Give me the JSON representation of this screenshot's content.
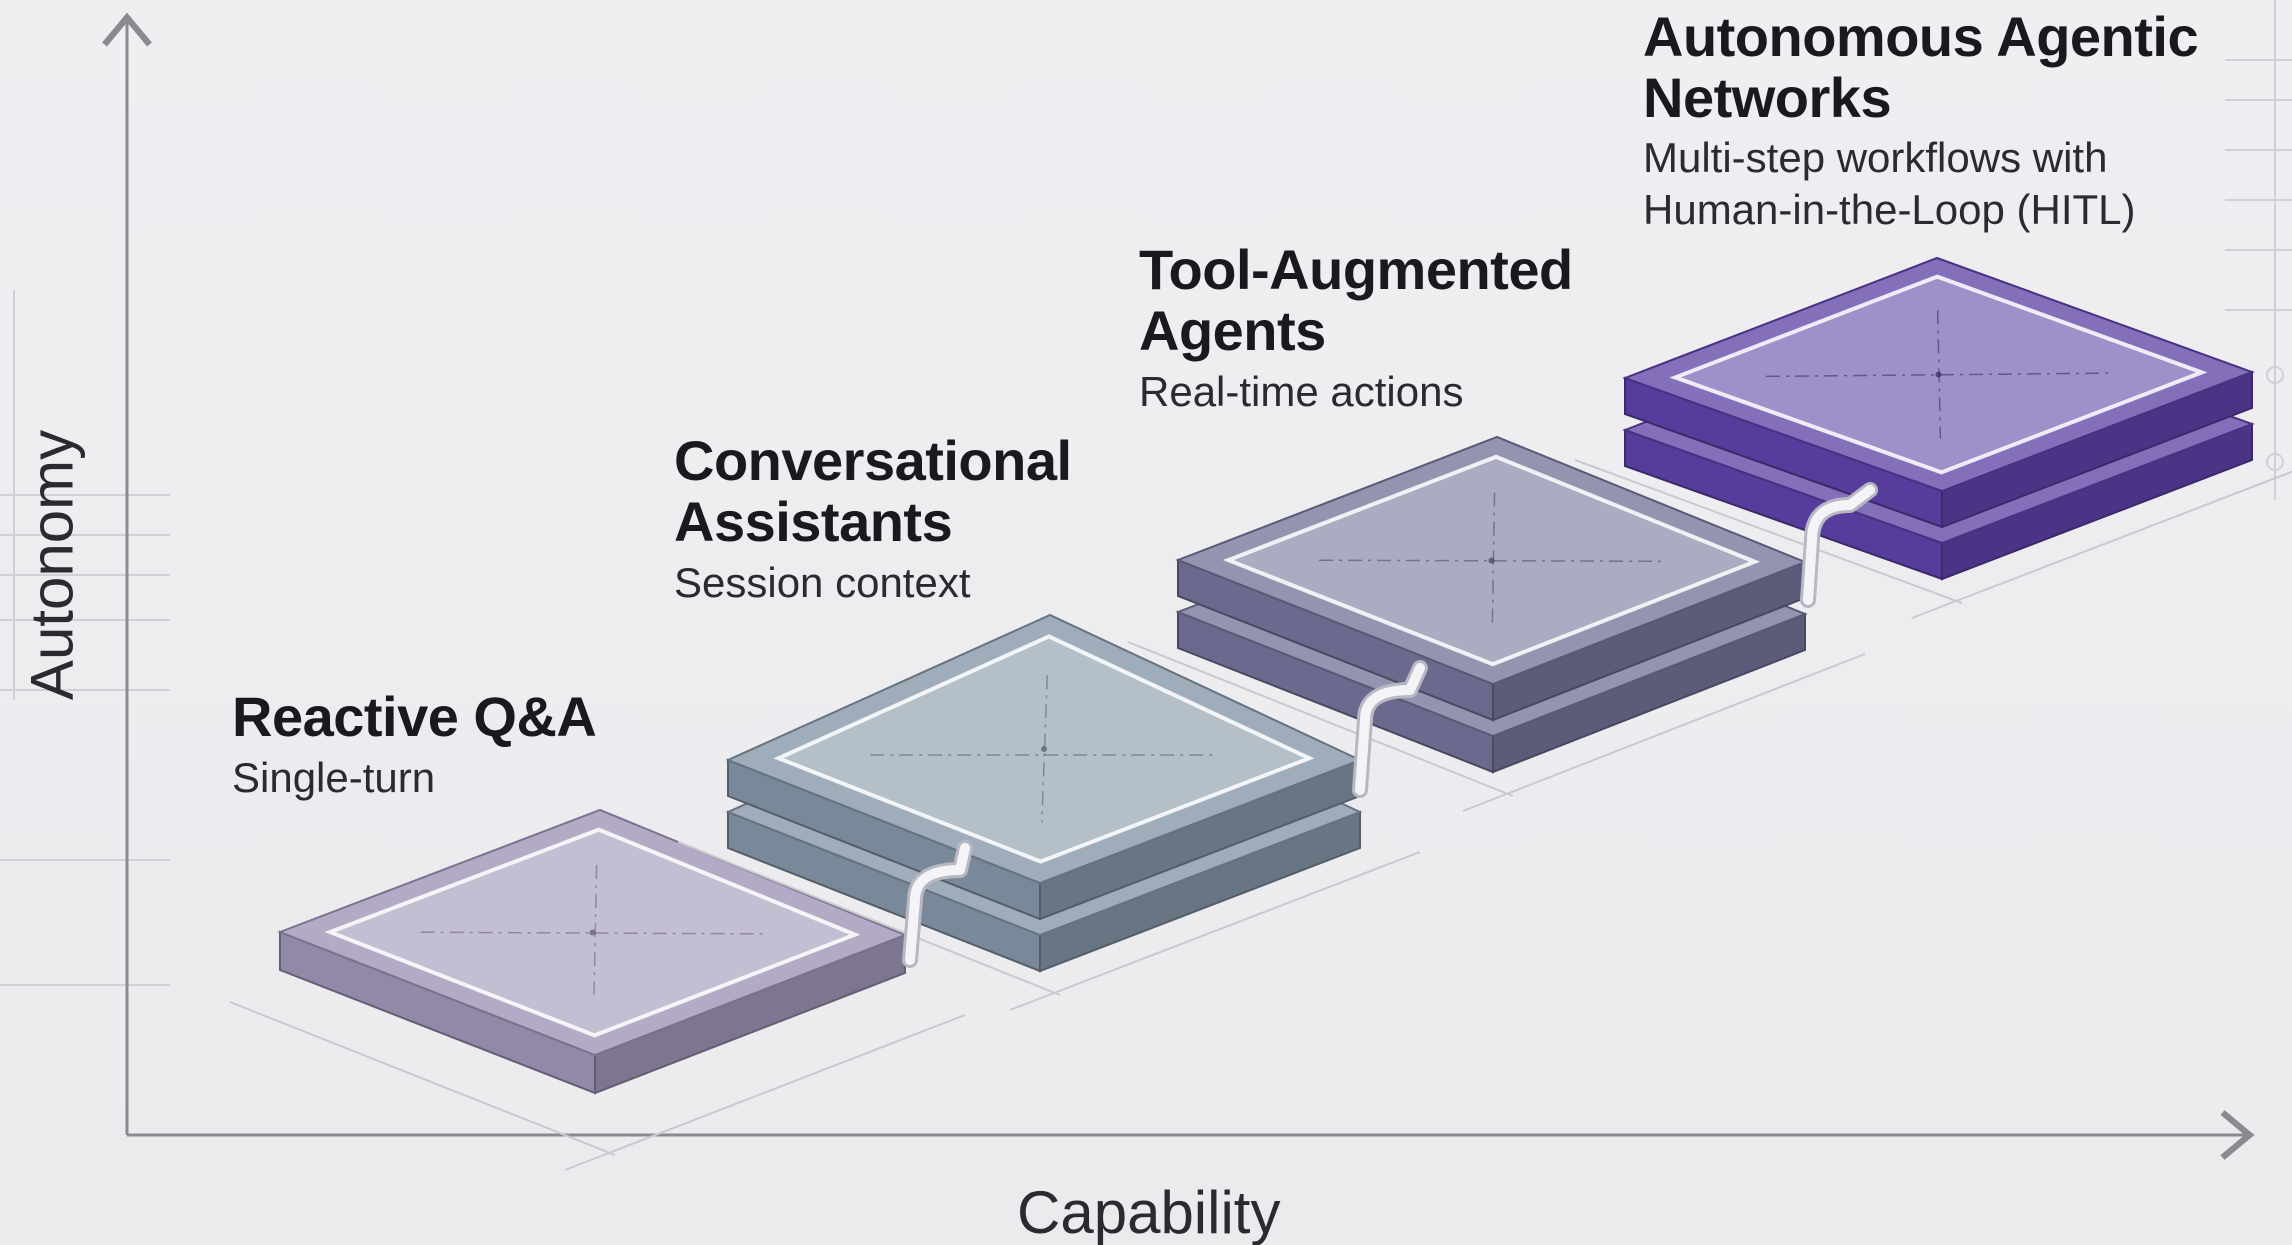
{
  "axes": {
    "x_label": "Capability",
    "y_label": "Autonomy"
  },
  "stages": [
    {
      "title_lines": [
        "Reactive Q&A"
      ],
      "subtitle_lines": [
        "Single-turn"
      ],
      "layers": 1,
      "color": "#9a8fb1"
    },
    {
      "title_lines": [
        "Conversational",
        "Assistants"
      ],
      "subtitle_lines": [
        "Session context"
      ],
      "layers": 2,
      "color": "#7f90a1"
    },
    {
      "title_lines": [
        "Tool-Augmented",
        "Agents"
      ],
      "subtitle_lines": [
        "Real-time actions"
      ],
      "layers": 2,
      "color": "#6f7094"
    },
    {
      "title_lines": [
        "Autonomous Agentic",
        "Networks"
      ],
      "subtitle_lines": [
        "Multi-step workflows with",
        "Human-in-the-Loop (HITL)"
      ],
      "layers": 2,
      "color": "#5b3fa3"
    }
  ],
  "colors": {
    "axis": "#8a8a90",
    "connector": "#f4f4f8",
    "guide_lines": "#c9c9cf",
    "background": "#ececef"
  }
}
